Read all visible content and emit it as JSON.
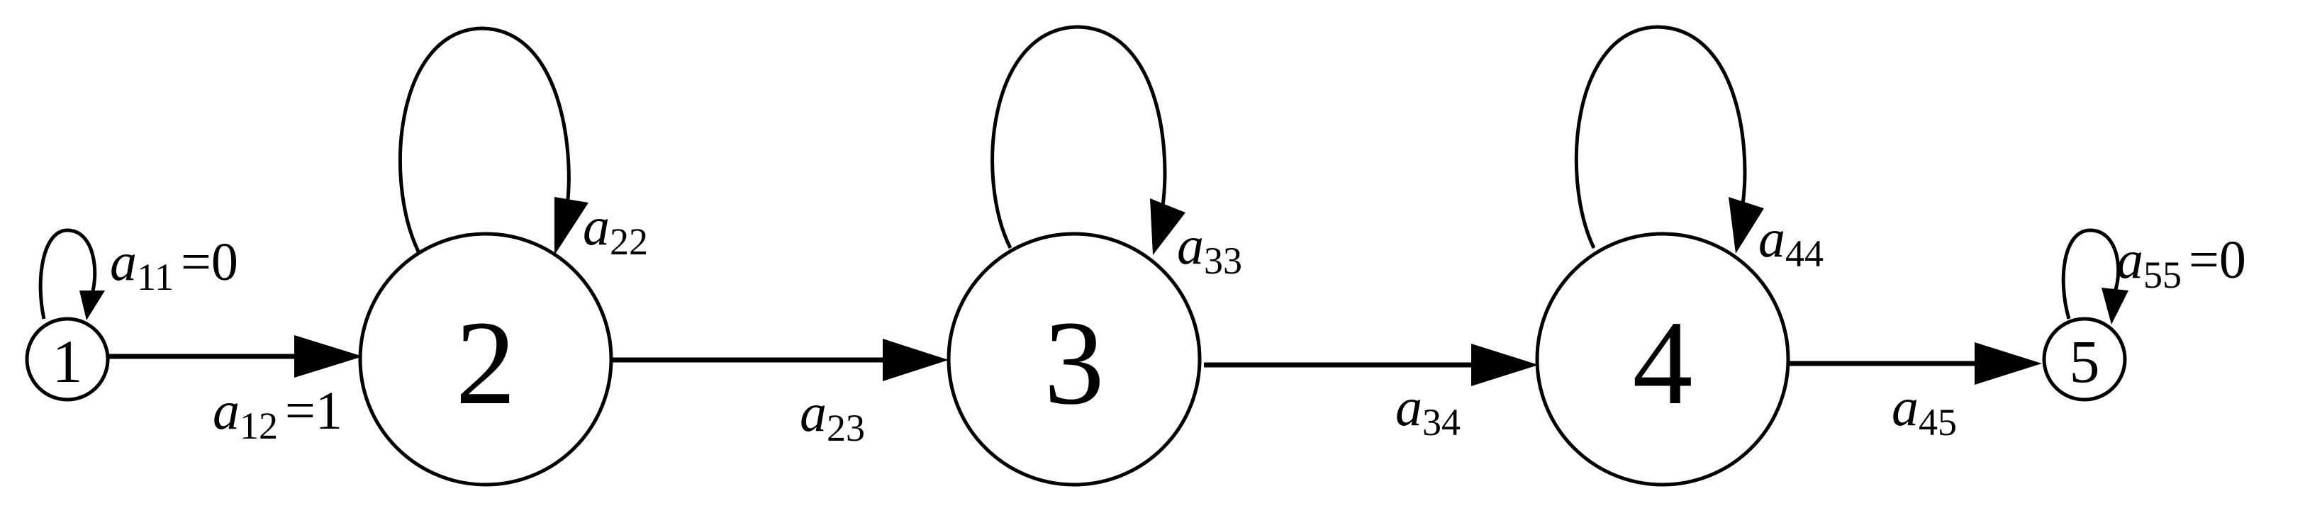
{
  "nodes": [
    {
      "id": "1",
      "label": "1"
    },
    {
      "id": "2",
      "label": "2"
    },
    {
      "id": "3",
      "label": "3"
    },
    {
      "id": "4",
      "label": "4"
    },
    {
      "id": "5",
      "label": "5"
    }
  ],
  "edges": [
    {
      "from": "1",
      "to": "1",
      "var": "a",
      "sub": "11",
      "value": "=0"
    },
    {
      "from": "1",
      "to": "2",
      "var": "a",
      "sub": "12",
      "value": "=1"
    },
    {
      "from": "2",
      "to": "2",
      "var": "a",
      "sub": "22",
      "value": ""
    },
    {
      "from": "2",
      "to": "3",
      "var": "a",
      "sub": "23",
      "value": ""
    },
    {
      "from": "3",
      "to": "3",
      "var": "a",
      "sub": "33",
      "value": ""
    },
    {
      "from": "3",
      "to": "4",
      "var": "a",
      "sub": "34",
      "value": ""
    },
    {
      "from": "4",
      "to": "4",
      "var": "a",
      "sub": "44",
      "value": ""
    },
    {
      "from": "4",
      "to": "5",
      "var": "a",
      "sub": "45",
      "value": ""
    },
    {
      "from": "5",
      "to": "5",
      "var": "a",
      "sub": "55",
      "value": "=0"
    }
  ]
}
